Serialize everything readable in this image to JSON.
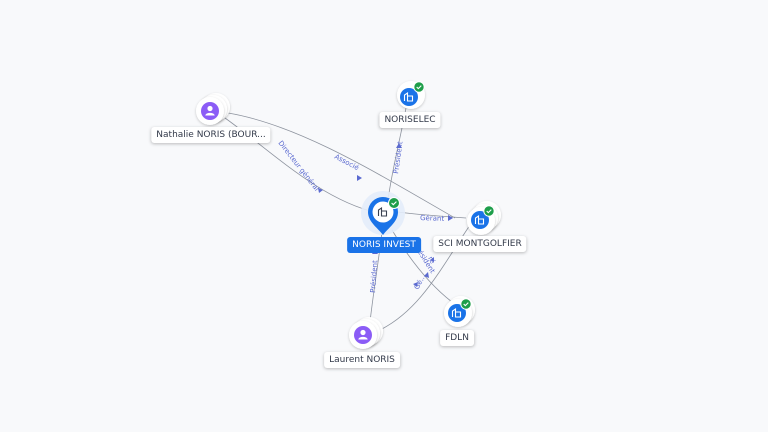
{
  "colors": {
    "company": "#1a73e8",
    "person": "#8b5cf6",
    "check": "#1e9e4a",
    "edge": "#8d939e",
    "edge_label": "#5b6ad0"
  },
  "nodes": {
    "noris_invest": {
      "label": "NORIS INVEST",
      "type": "company-main",
      "icon": "building-icon"
    },
    "nathalie": {
      "label": "Nathalie NORIS (BOUR...",
      "type": "person",
      "icon": "person-icon"
    },
    "noriselec": {
      "label": "NORISELEC",
      "type": "company",
      "icon": "building-icon"
    },
    "sci": {
      "label": "SCI MONTGOLFIER",
      "type": "company",
      "icon": "building-icon"
    },
    "fdln": {
      "label": "FDLN",
      "type": "company",
      "icon": "building-icon"
    },
    "laurent": {
      "label": "Laurent NORIS",
      "type": "person",
      "icon": "person-icon"
    }
  },
  "edges": {
    "associe": "Associé",
    "directeur_general": "Directeur général",
    "president_noriselec": "Président",
    "gerant_sci": "Gérant",
    "president_laurent": "Président",
    "gerant_fdln": "Gé...",
    "president_fdln": "Président",
    "fdln_short": "ré"
  }
}
